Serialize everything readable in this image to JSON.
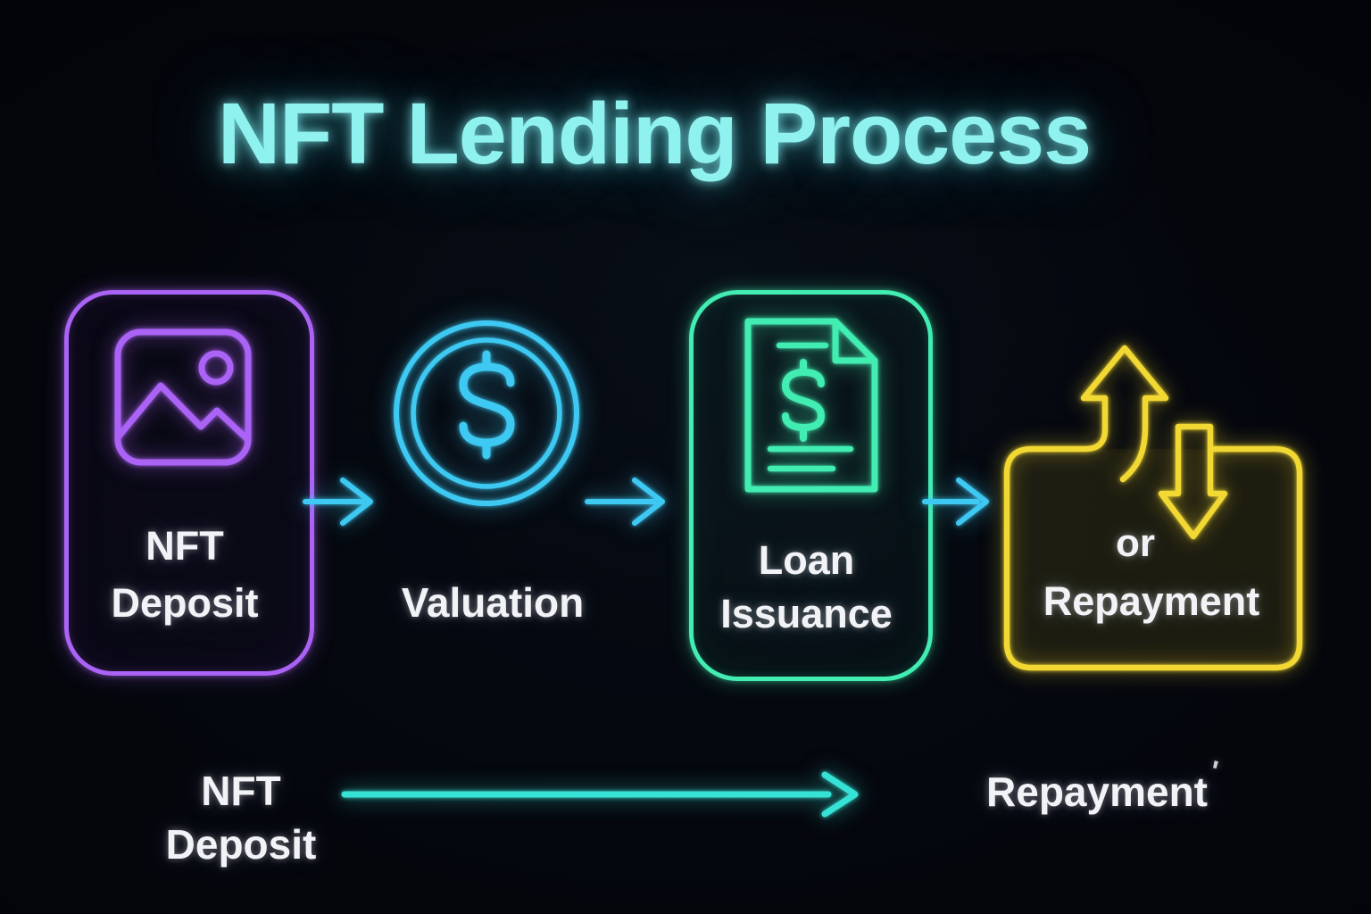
{
  "title": "NFT Lending Process",
  "colors": {
    "title": "#8FF2EF",
    "purple": "#AB63F6",
    "cyan": "#3EC9F2",
    "green": "#42EDB2",
    "yellow": "#F2D832",
    "teal": "#36E2D5",
    "text": "#F2F3F6"
  },
  "steps": [
    {
      "name": "NFT Deposit",
      "lines": [
        "NFT",
        "Deposit"
      ],
      "icon": "image-icon",
      "color": "#AB63F6"
    },
    {
      "name": "Valuation",
      "lines": [
        "Valuation"
      ],
      "icon": "dollar-coin-icon",
      "color": "#3EC9F2"
    },
    {
      "name": "Loan Issuance",
      "lines": [
        "Loan",
        "Issuance"
      ],
      "icon": "dollar-document-icon",
      "color": "#42EDB2"
    },
    {
      "name": "or Repayment",
      "lines": [
        "or",
        "Repayment"
      ],
      "icon": "up-down-arrows-icon",
      "color": "#F2D832"
    }
  ],
  "footer": {
    "start": {
      "lines": [
        "NFT",
        "Deposit"
      ]
    },
    "end": {
      "label": "Repayment",
      "stray_mark": "'"
    },
    "arrow_color": "#36E2D5"
  }
}
